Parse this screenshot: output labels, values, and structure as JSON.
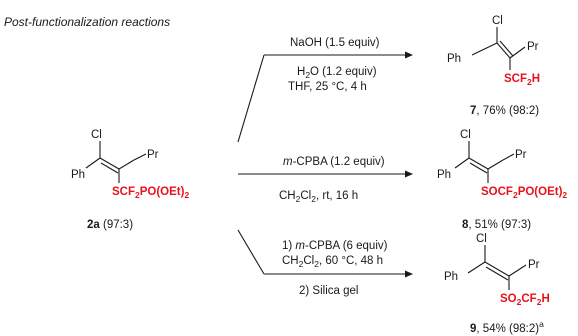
{
  "title": "Post-functionalization reactions",
  "starting_material": {
    "atoms": {
      "cl": "Cl",
      "ph": "Ph",
      "pr": "Pr"
    },
    "group": {
      "a": "SCF",
      "s1": "2",
      "b": "PO(OEt)",
      "s2": "2"
    },
    "label": {
      "num": "2a",
      "ratio": " (97:3)"
    }
  },
  "reactions": [
    {
      "conditions_above": {
        "text": "NaOH (1.5 equiv)"
      },
      "conditions_below": [
        {
          "a": "H",
          "s": "2",
          "b": "O (1.2 equiv)"
        },
        {
          "a": "THF, 25 °C, 4 h"
        }
      ],
      "product": {
        "atoms": {
          "cl": "Cl",
          "ph": "Ph",
          "pr": "Pr"
        },
        "group": {
          "a": "SCF",
          "s1": "2",
          "b": "H"
        },
        "label": {
          "num": "7",
          "rest": ", 76% (98:2)"
        }
      }
    },
    {
      "conditions_above": {
        "italic": "m",
        "text": "-CPBA (1.2 equiv)"
      },
      "conditions_below": [
        {
          "a": "CH",
          "s": "2",
          "b": "Cl",
          "s2": "2",
          "c": ", rt, 16 h"
        }
      ],
      "product": {
        "atoms": {
          "cl": "Cl",
          "ph": "Ph",
          "pr": "Pr"
        },
        "group": {
          "a": "SOCF",
          "s1": "2",
          "b": "PO(OEt)",
          "s2": "2"
        },
        "label": {
          "num": "8",
          "rest": ", 51% (97:3)"
        }
      }
    },
    {
      "conditions_above": [
        {
          "pre": "1) ",
          "italic": "m",
          "text": "-CPBA (6 equiv)"
        },
        {
          "a": "CH",
          "s": "2",
          "b": "Cl",
          "s2": "2",
          "c": ", 60 °C, 48 h"
        }
      ],
      "conditions_below": {
        "text": "2) Silica gel"
      },
      "product": {
        "atoms": {
          "cl": "Cl",
          "ph": "Ph",
          "pr": "Pr"
        },
        "group": {
          "a": "SO",
          "s1": "2",
          "b": "CF",
          "s2": "2",
          "c": "H"
        },
        "label": {
          "num": "9",
          "rest": ", 54% (98:2)",
          "sup": "a"
        }
      }
    }
  ]
}
